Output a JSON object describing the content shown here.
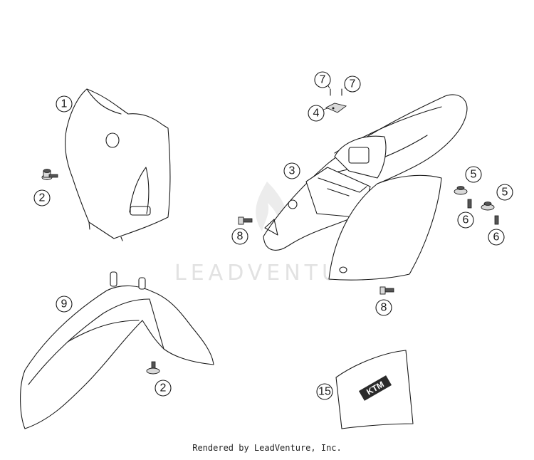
{
  "watermark": "LEADVENTURE",
  "footer": "Rendered by LeadVenture, Inc.",
  "decal_text": "KTM",
  "callouts": {
    "c1": "1",
    "c2a": "2",
    "c2b": "2",
    "c3": "3",
    "c4": "4",
    "c5a": "5",
    "c5b": "5",
    "c6a": "6",
    "c6b": "6",
    "c7a": "7",
    "c7b": "7",
    "c8a": "8",
    "c8b": "8",
    "c9": "9",
    "c15": "15"
  }
}
